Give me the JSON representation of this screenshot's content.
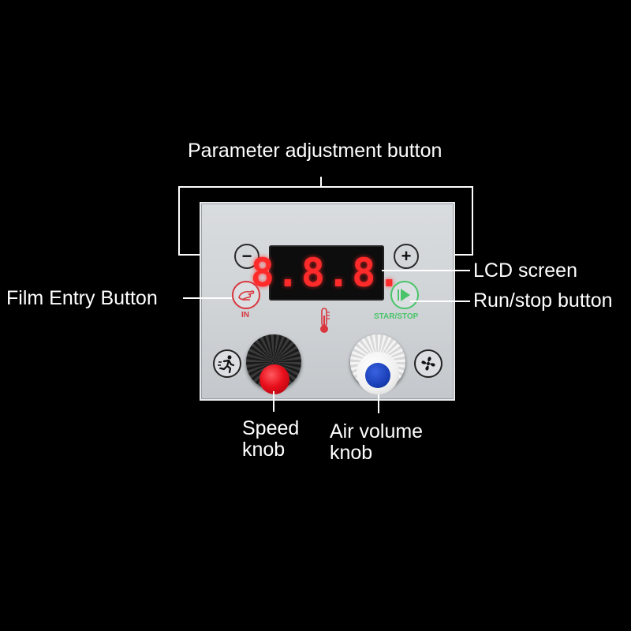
{
  "callouts": {
    "parameter_adjustment": "Parameter adjustment button",
    "lcd_screen": "LCD screen",
    "film_entry": "Film Entry Button",
    "run_stop": "Run/stop button",
    "speed_knob": "Speed\nknob",
    "air_volume_knob": "Air volume\nknob"
  },
  "panel": {
    "display_value": "8.8.8.",
    "minus_symbol": "−",
    "plus_symbol": "+",
    "in_label": "IN",
    "start_stop_label": "STAR/STOP"
  },
  "colors": {
    "background": "#000000",
    "panel": "#d4d7da",
    "display_digits": "#ff2a2a",
    "in_red": "#d9363e",
    "start_green": "#49c46a",
    "speed_knob_cap": "#e8101c",
    "air_knob_indicator": "#1a3fb8"
  },
  "icons": {
    "film_entry": "film-entry-hand-icon",
    "start_stop": "play-icon",
    "thermometer": "thermometer-icon",
    "speed": "running-person-icon",
    "fan": "fan-icon"
  }
}
